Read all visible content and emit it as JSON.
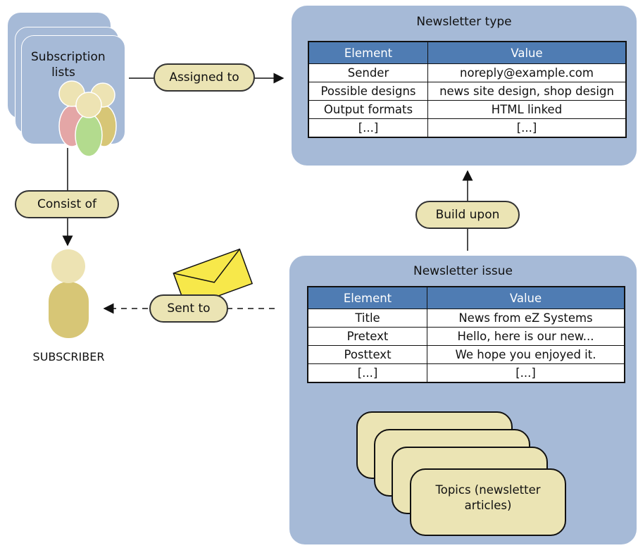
{
  "subscription_lists": {
    "label": "Subscription lists"
  },
  "subscriber": {
    "label": "SUBSCRIBER"
  },
  "relations": {
    "assigned_to": "Assigned to",
    "consist_of": "Consist of",
    "build_upon": "Build upon",
    "sent_to": "Sent to"
  },
  "newsletter_type": {
    "title": "Newsletter type",
    "columns": [
      "Element",
      "Value"
    ],
    "rows": [
      [
        "Sender",
        "noreply@example.com"
      ],
      [
        "Possible designs",
        "news site design, shop design"
      ],
      [
        "Output formats",
        "HTML linked"
      ],
      [
        "[...]",
        "[...]"
      ]
    ]
  },
  "newsletter_issue": {
    "title": "Newsletter issue",
    "columns": [
      "Element",
      "Value"
    ],
    "rows": [
      [
        "Title",
        "News from eZ Systems"
      ],
      [
        "Pretext",
        "Hello, here is our new..."
      ],
      [
        "Posttext",
        "We hope you enjoyed it."
      ],
      [
        "[...]",
        "[...]"
      ]
    ],
    "topics_label": "Topics (newsletter articles)"
  },
  "colors": {
    "panel": "#a6bad7",
    "table_header": "#4f7cb3",
    "pill": "#ebe4b4",
    "envelope": "#f7e84a",
    "person_pink": "#e4a6a6",
    "person_green": "#b3db8e",
    "person_tan": "#d7c676"
  }
}
